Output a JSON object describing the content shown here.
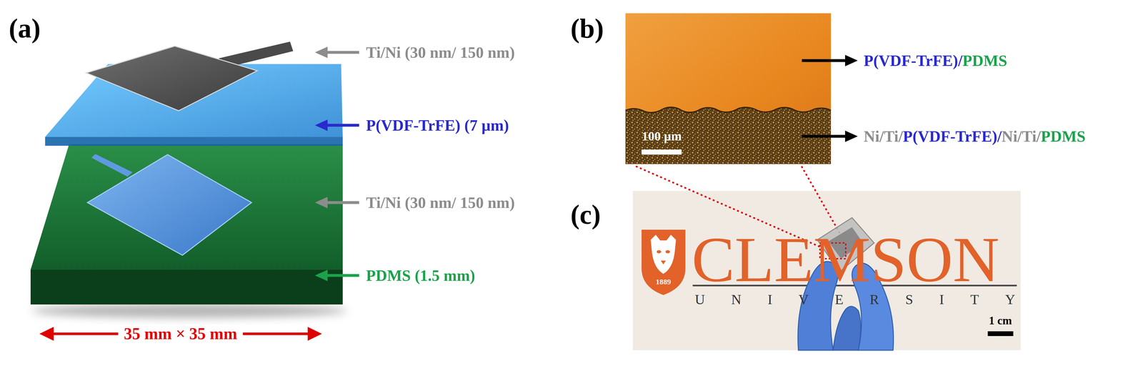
{
  "diagram": {
    "labels": [
      "(a)",
      "Ti/Ni (30 nm/ 150 nm)",
      "P(VDF-TrFE) (7 µm)",
      "Ti/Ni (30 nm/ 150 nm)",
      "PDMS (1.5 mm)",
      "35 mm × 35 mm",
      "(b)",
      "P(VDF-TrFE)/PDMS",
      "100 µm",
      "Ni/Ti/P(VDF-TrFE)/Ni/Ti/PDMS",
      "(c)",
      "1889",
      "CLEMSON",
      "UNIVERSITY",
      "1 cm"
    ]
  }
}
